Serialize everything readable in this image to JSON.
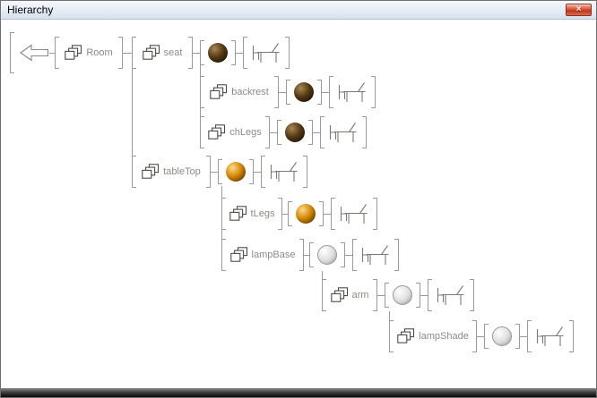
{
  "window": {
    "title": "Hierarchy",
    "close_glyph": "×"
  },
  "tree": {
    "root_icon": "left-arrow",
    "nodes": [
      {
        "label": "Room",
        "material": null
      },
      {
        "label": "seat",
        "material": "brown"
      },
      {
        "label": "backrest",
        "material": "brown"
      },
      {
        "label": "chLegs",
        "material": "brown"
      },
      {
        "label": "tableTop",
        "material": "orange"
      },
      {
        "label": "tLegs",
        "material": "orange"
      },
      {
        "label": "lampBase",
        "material": "white"
      },
      {
        "label": "arm",
        "material": "white"
      },
      {
        "label": "lampShade",
        "material": "white"
      }
    ]
  },
  "colors": {
    "line": "#9a9a96",
    "label_text": "#8b8b85",
    "brown_hi": "#a8875a",
    "brown_mid": "#553a12",
    "brown_dark": "#140b02",
    "orange_hi": "#ffd88e",
    "orange_mid": "#cf8400",
    "orange_dark": "#3f2500",
    "white_hi": "#ffffff",
    "white_mid": "#dedede",
    "white_dark": "#8f8f8f",
    "close_button_red": "#c0351c",
    "bottom_bar": "#000000"
  }
}
